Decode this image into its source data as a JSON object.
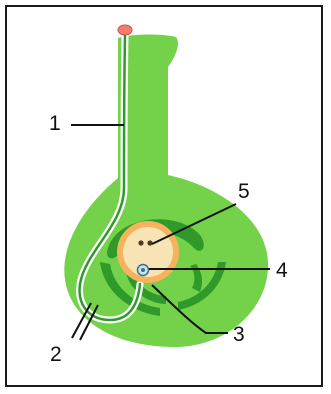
{
  "labels": {
    "l1": "1",
    "l2": "2",
    "l3": "3",
    "l4": "4",
    "l5": "5"
  },
  "colors": {
    "pistil_light": "#73d24a",
    "pistil_dark": "#2f9a2a",
    "ovule_cream": "#f7e3b4",
    "ovule_orange": "#f6b25d",
    "pollen": "#f07f72",
    "outline": "#111111"
  }
}
